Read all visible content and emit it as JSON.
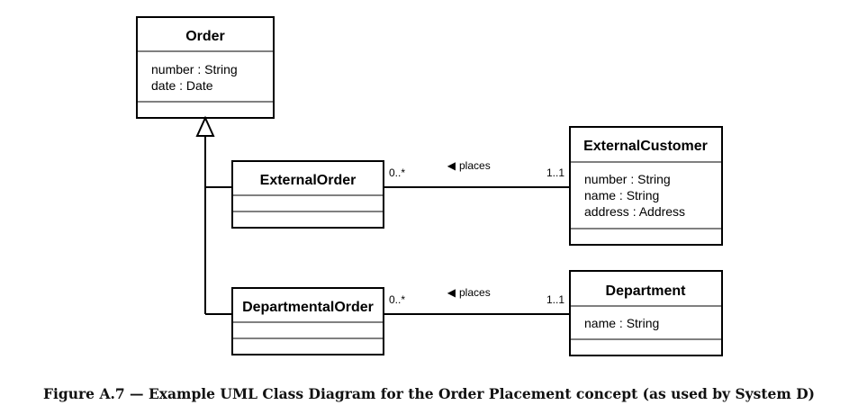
{
  "classes": {
    "order": {
      "name": "Order",
      "attributes": [
        "number : String",
        "date : Date"
      ]
    },
    "external_order": {
      "name": "ExternalOrder",
      "attributes": []
    },
    "departmental_order": {
      "name": "DepartmentalOrder",
      "attributes": []
    },
    "external_customer": {
      "name": "ExternalCustomer",
      "attributes": [
        "number : String",
        "name : String",
        "address : Address"
      ]
    },
    "department": {
      "name": "Department",
      "attributes": [
        "name : String"
      ]
    }
  },
  "associations": [
    {
      "name": "places",
      "direction_marker": "◀",
      "from_multiplicity": "0..*",
      "to_multiplicity": "1..1"
    },
    {
      "name": "places",
      "direction_marker": "◀",
      "from_multiplicity": "0..*",
      "to_multiplicity": "1..1"
    }
  ],
  "caption": "Figure A.7 — Example UML Class Diagram for the Order Placement concept (as used by System D)"
}
